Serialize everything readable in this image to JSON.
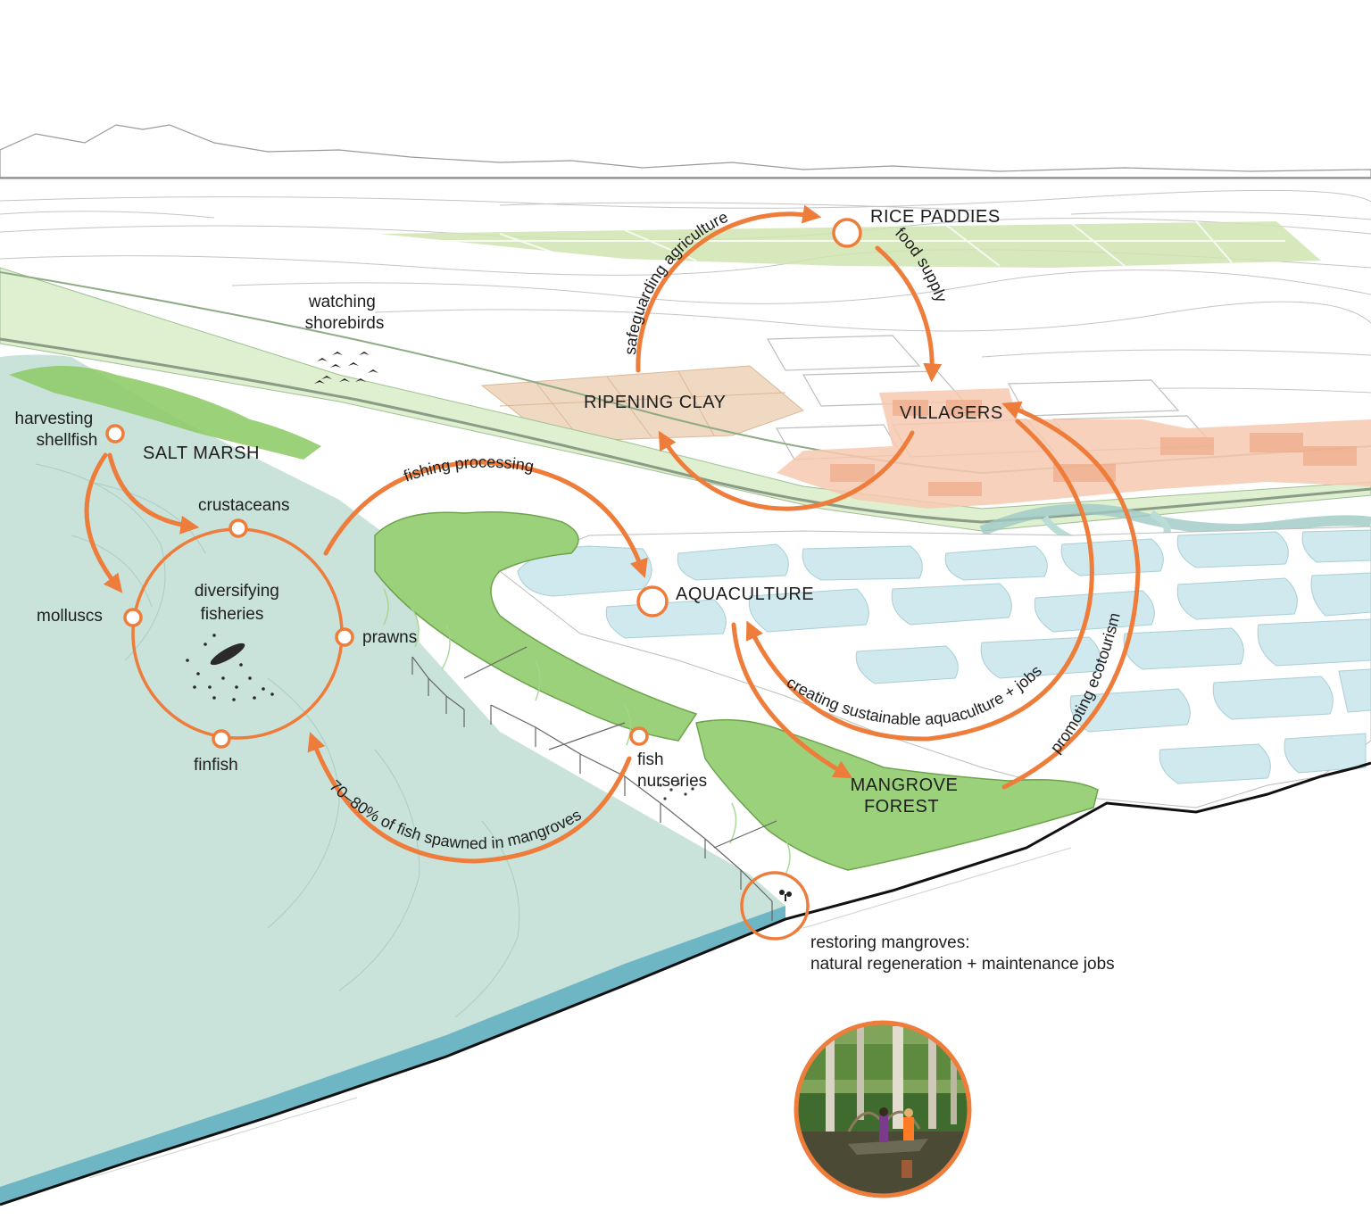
{
  "accent_color": "#ee7d3b",
  "water_color": "#c9e2da",
  "pond_color": "#cfe9ee",
  "vegetation_color": "#8fcc6a",
  "village_color": "#f2b497",
  "areas": {
    "rice_paddies": "RICE PADDIES",
    "ripening_clay": "RIPENING CLAY",
    "villagers": "VILLAGERS",
    "salt_marsh": "SALT MARSH",
    "aquaculture": "AQUACULTURE",
    "mangrove_forest_line1": "MANGROVE",
    "mangrove_forest_line2": "FOREST"
  },
  "fisheries": {
    "center_line1": "diversifying",
    "center_line2": "fisheries",
    "crustaceans": "crustaceans",
    "molluscs": "molluscs",
    "prawns": "prawns",
    "finfish": "finfish"
  },
  "activities": {
    "harvesting_line1": "harvesting",
    "harvesting_line2": "shellfish",
    "watching_line1": "watching",
    "watching_line2": "shorebirds",
    "nurseries_line1": "fish",
    "nurseries_line2": "nurseries",
    "restoring_line1": "restoring mangroves:",
    "restoring_line2": "natural regeneration + maintenance jobs"
  },
  "flows": {
    "safeguarding": "safeguarding agriculture",
    "food_supply": "food supply",
    "fishing_processing": "fishing processing",
    "creating_aquaculture": "creating sustainable aquaculture + jobs",
    "promoting_ecotourism": "promoting ecotourism",
    "fish_spawned": "70–80% of fish spawned in mangroves"
  }
}
